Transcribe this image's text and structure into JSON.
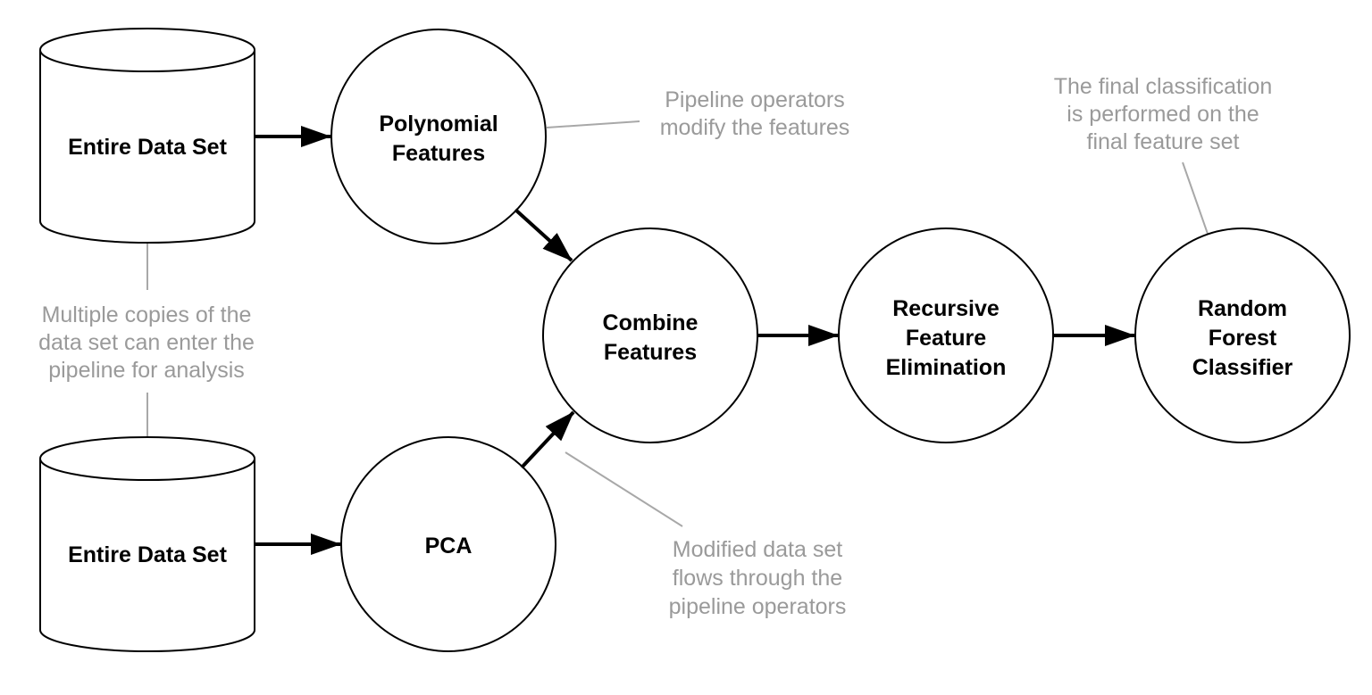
{
  "colors": {
    "shape_stroke": "#000000",
    "arrow": "#000000",
    "annotation_text": "#9a9a9a",
    "annotation_line": "#a8a8a8",
    "background": "#ffffff"
  },
  "nodes": {
    "dataset_top": {
      "label": "Entire Data Set"
    },
    "dataset_bottom": {
      "label": "Entire Data Set"
    },
    "poly": {
      "lines": [
        "Polynomial",
        "Features"
      ]
    },
    "pca": {
      "lines": [
        "PCA"
      ]
    },
    "combine": {
      "lines": [
        "Combine",
        "Features"
      ]
    },
    "rfe": {
      "lines": [
        "Recursive",
        "Feature",
        "Elimination"
      ]
    },
    "rf": {
      "lines": [
        "Random",
        "Forest",
        "Classifier"
      ]
    }
  },
  "annotations": {
    "copies": [
      "Multiple copies of the",
      "data set can enter the",
      "pipeline for analysis"
    ],
    "operators": [
      "Pipeline operators",
      "modify the features"
    ],
    "final": [
      "The final classification",
      "is performed on the",
      "final feature set"
    ],
    "flow": [
      "Modified data set",
      "flows through the",
      "pipeline operators"
    ]
  }
}
